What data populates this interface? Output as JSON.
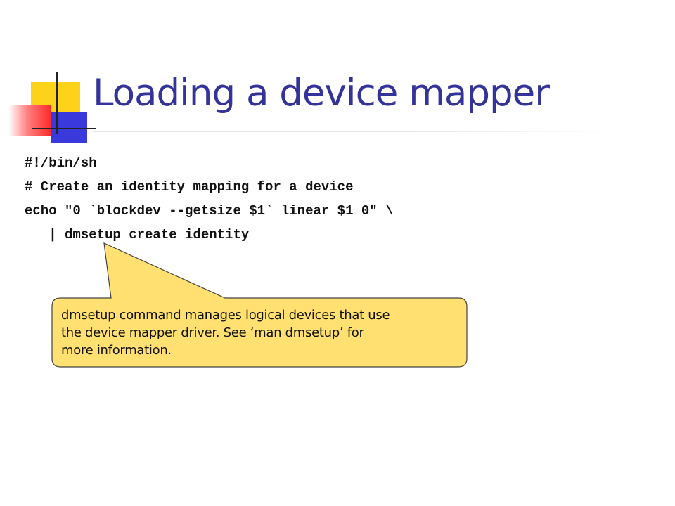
{
  "slide": {
    "title": "Loading a device mapper",
    "code_lines": [
      "#!/bin/sh",
      "# Create an identity mapping for a device",
      "echo \"0 `blockdev --getsize $1` linear $1 0\" \\",
      "   | dmsetup create identity"
    ],
    "callout": {
      "text": "dmsetup command manages logical devices that use\nthe device mapper driver.  See ‘man dmsetup’ for\nmore information."
    }
  },
  "colors": {
    "title": "#333399",
    "callout_fill": "#ffe070",
    "logo_yellow": "#ffd21a",
    "logo_blue": "#3a3adc",
    "logo_red": "#ff2a2a"
  }
}
